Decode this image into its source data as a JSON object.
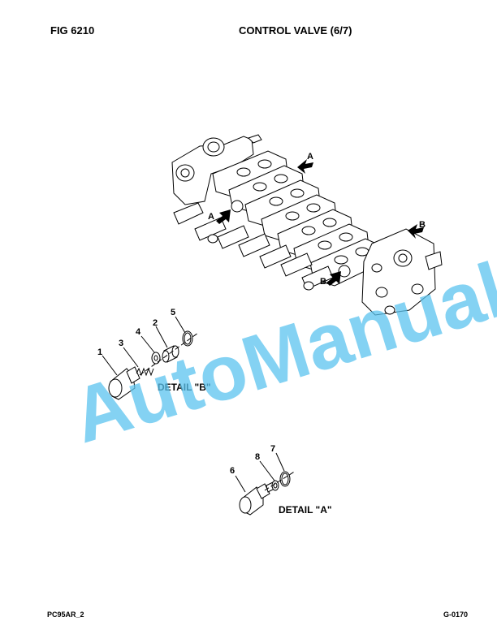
{
  "header": {
    "fig": "FIG   6210",
    "title": "CONTROL VALVE (6/7)"
  },
  "footer": {
    "model": "PC95AR_2",
    "page": "G-0170"
  },
  "watermark": "AutoManual",
  "arrows": {
    "a": "A",
    "b": "B"
  },
  "details": {
    "b": "DETAIL \"B\"",
    "a": "DETAIL \"A\""
  },
  "callouts": [
    "1",
    "2",
    "3",
    "4",
    "5",
    "6",
    "7",
    "8"
  ],
  "colors": {
    "watermark": "#5bc4ef"
  }
}
